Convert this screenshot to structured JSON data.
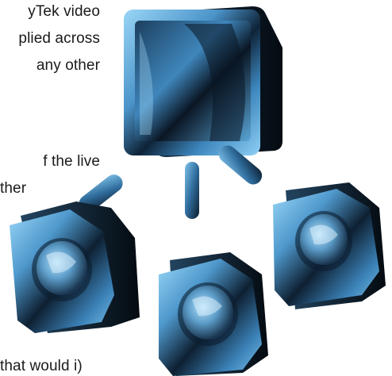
{
  "text_fragments": [
    "yTek  video",
    "plied across",
    "  any  other",
    "f  the  live",
    "ther",
    "that would i)"
  ],
  "colors": {
    "monitor_light": "#8fd0f5",
    "monitor_mid": "#3f87bd",
    "monitor_dark": "#0b1a2a",
    "connector": "#3a78a8"
  },
  "icons": {
    "main_display": "monitor-icon",
    "cameras": [
      "camera-icon-left",
      "camera-icon-right",
      "camera-icon-bottom"
    ],
    "links": [
      "connector-left",
      "connector-middle",
      "connector-right"
    ]
  }
}
